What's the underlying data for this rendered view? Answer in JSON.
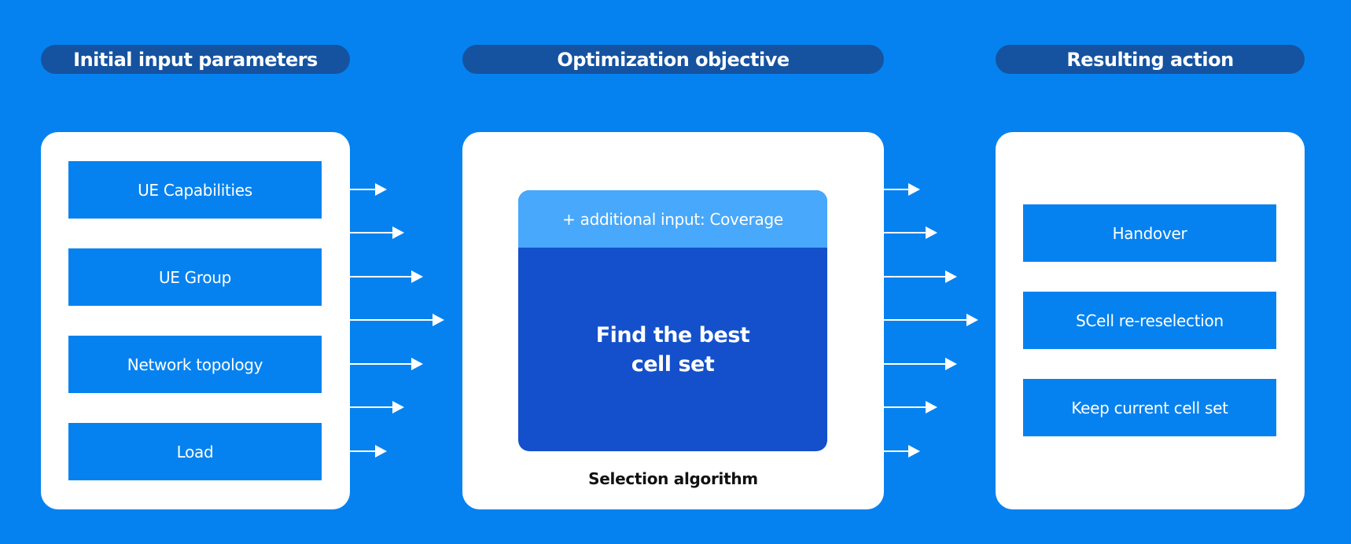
{
  "headers": {
    "inputs": "Initial input parameters",
    "objective": "Optimization objective",
    "action": "Resulting action"
  },
  "inputs": {
    "items": [
      "UE Capabilities",
      "UE Group",
      "Network topology",
      "Load"
    ]
  },
  "objective": {
    "additional_input": "+ additional input: Coverage",
    "main_line1": "Find the best",
    "main_line2": "cell set",
    "caption": "Selection algorithm"
  },
  "actions": {
    "items": [
      "Handover",
      "SCell re-reselection",
      "Keep current cell set"
    ]
  },
  "colors": {
    "background": "#0682f0",
    "header_pill": "#1553a0",
    "panel": "#ffffff",
    "item_box": "#0682f0",
    "algo_top": "#48a8fb",
    "algo_main": "#1450cb"
  },
  "arrows": {
    "left_group_count": 7,
    "right_group_count": 7
  }
}
